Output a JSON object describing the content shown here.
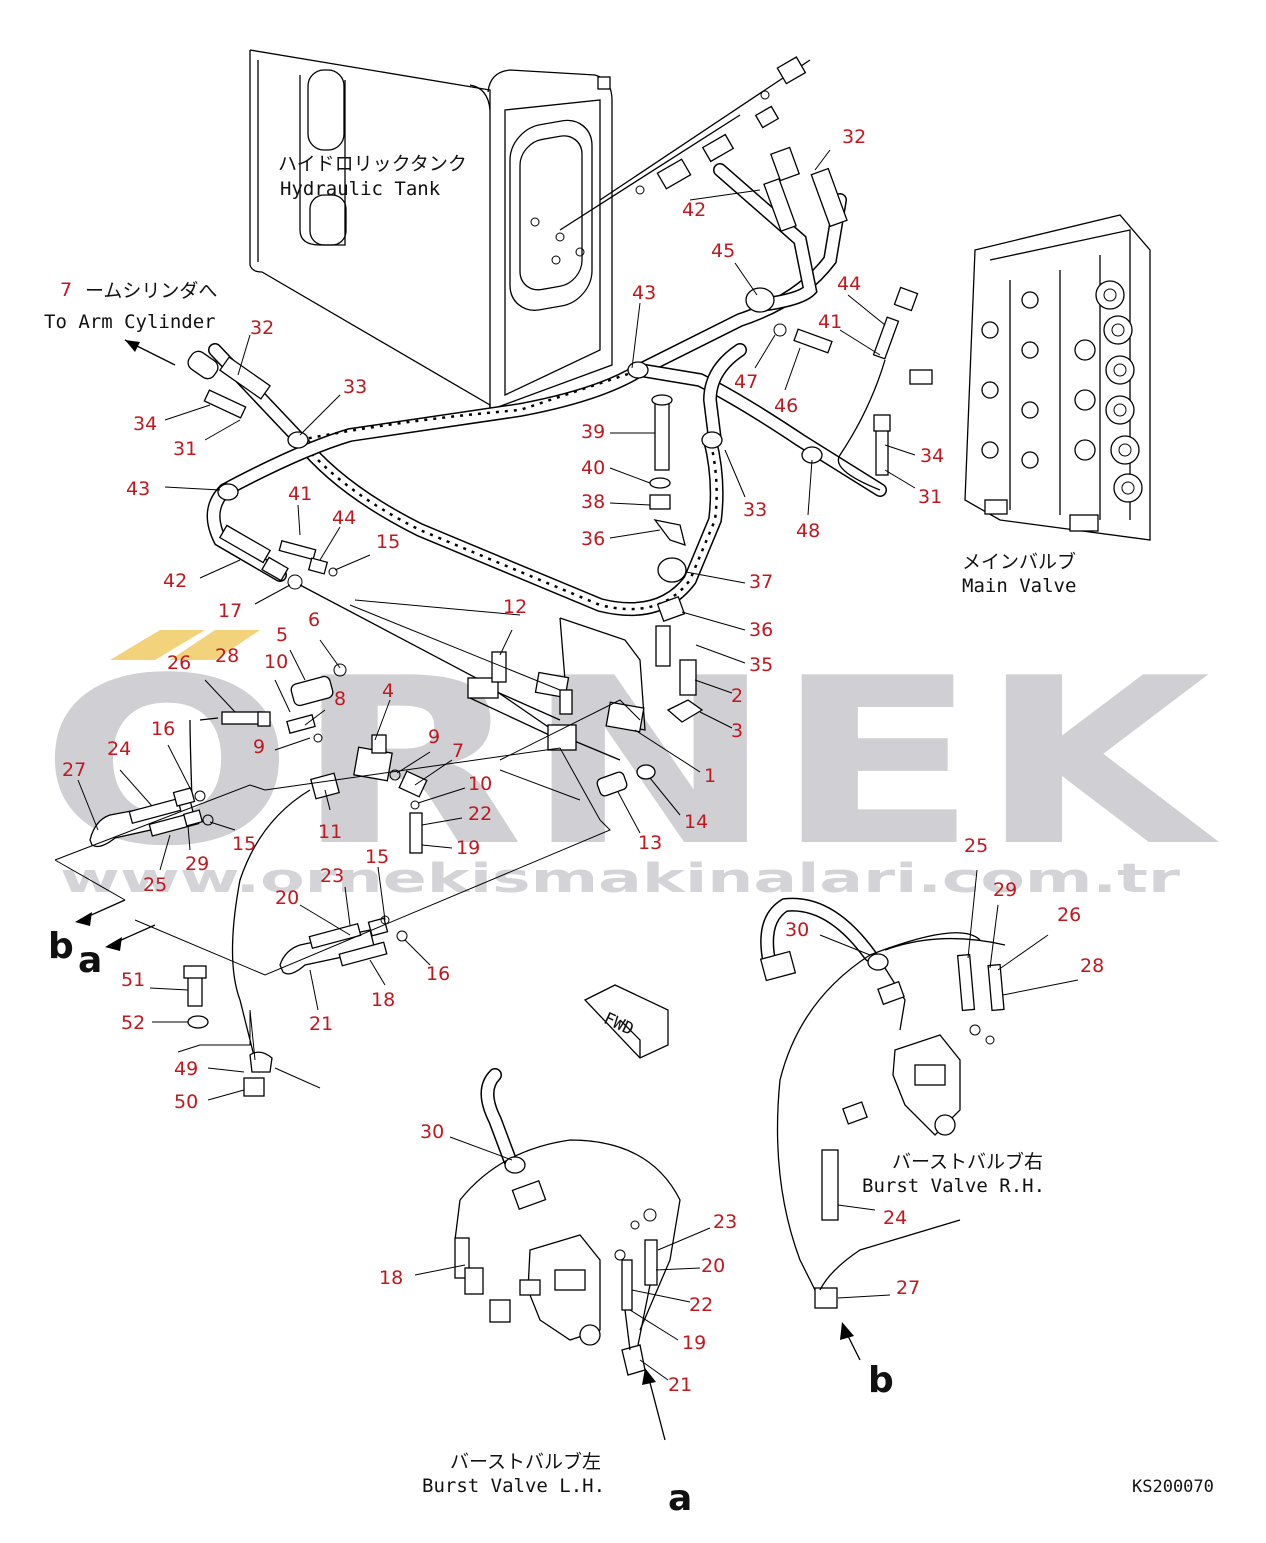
{
  "watermark": {
    "brand": "ORNEK",
    "url": "www.ornekismakinalari.com.tr",
    "brand_color": "#cfcfd4",
    "accent_color": "#f2d27a"
  },
  "titles": {
    "tank_jp": "ハイドロリックタンク",
    "tank_en": "Hydraulic Tank",
    "arm_jp": "ームシリンダへ",
    "arm_en": "To Arm Cylinder",
    "main_valve_jp": "メインバルブ",
    "main_valve_en": "Main Valve",
    "burst_rh_jp": "バーストバルブ右",
    "burst_rh_en": "Burst Valve R.H.",
    "burst_lh_jp": "バーストバルブ左",
    "burst_lh_en": "Burst Valve L.H.",
    "fwd": "FWD",
    "drawing_code": "KS200070"
  },
  "section_letters": [
    "b",
    "a",
    "b",
    "a"
  ],
  "callouts": [
    "7",
    "32",
    "34",
    "31",
    "33",
    "43",
    "41",
    "44",
    "15",
    "42",
    "17",
    "5",
    "6",
    "10",
    "8",
    "28",
    "26",
    "4",
    "9",
    "16",
    "24",
    "27",
    "15",
    "29",
    "25",
    "9",
    "7",
    "10",
    "11",
    "22",
    "19",
    "12",
    "2",
    "3",
    "1",
    "14",
    "13",
    "15",
    "23",
    "20",
    "21",
    "18",
    "16",
    "51",
    "52",
    "49",
    "50",
    "39",
    "40",
    "38",
    "36",
    "37",
    "36",
    "35",
    "45",
    "42",
    "32",
    "43",
    "47",
    "46",
    "33",
    "48",
    "44",
    "41",
    "34",
    "31",
    "30",
    "23",
    "20",
    "22",
    "19",
    "21",
    "18",
    "25",
    "29",
    "26",
    "28",
    "30",
    "24",
    "27"
  ]
}
